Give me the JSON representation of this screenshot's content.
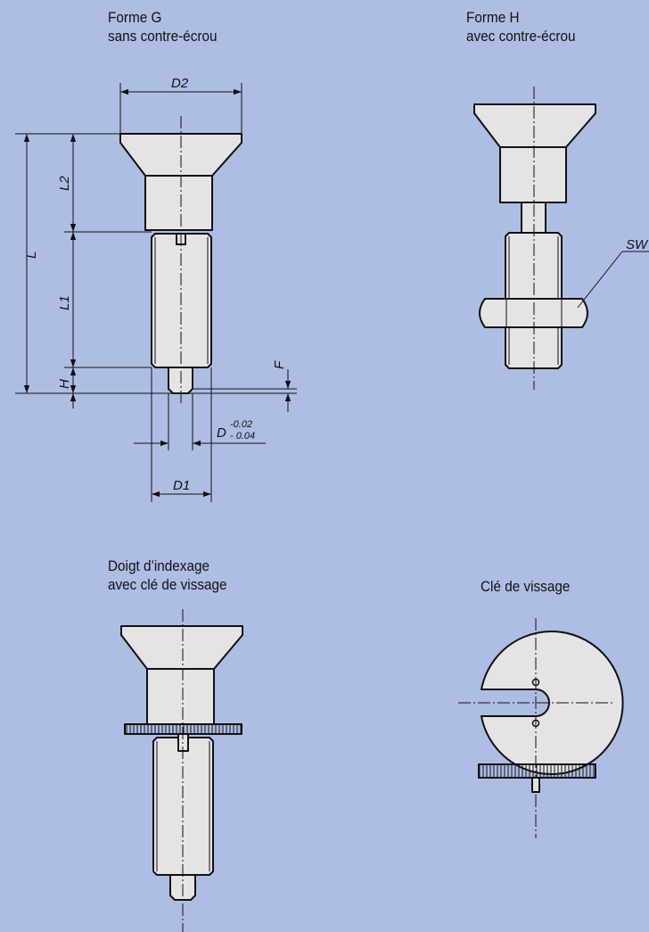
{
  "captions": {
    "form_g_line1": "Forme G",
    "form_g_line2": "sans contre-écrou",
    "form_h_line1": "Forme H",
    "form_h_line2": "avec contre-écrou",
    "indexing_line1": "Doigt d’indexage",
    "indexing_line2": "avec clé de vissage",
    "wrench": "Clé de vissage"
  },
  "dimensions": {
    "d2": "D2",
    "l": "L",
    "l2": "L2",
    "l1": "L1",
    "h": "H",
    "f": "F",
    "d": "D",
    "d_tol_upper": "-0.02",
    "d_tol_lower": "- 0.04",
    "d1": "D1",
    "sw": "SW"
  },
  "colors": {
    "background": "#aebde3",
    "part_fill": "#e4e4e4",
    "line": "#111111"
  }
}
